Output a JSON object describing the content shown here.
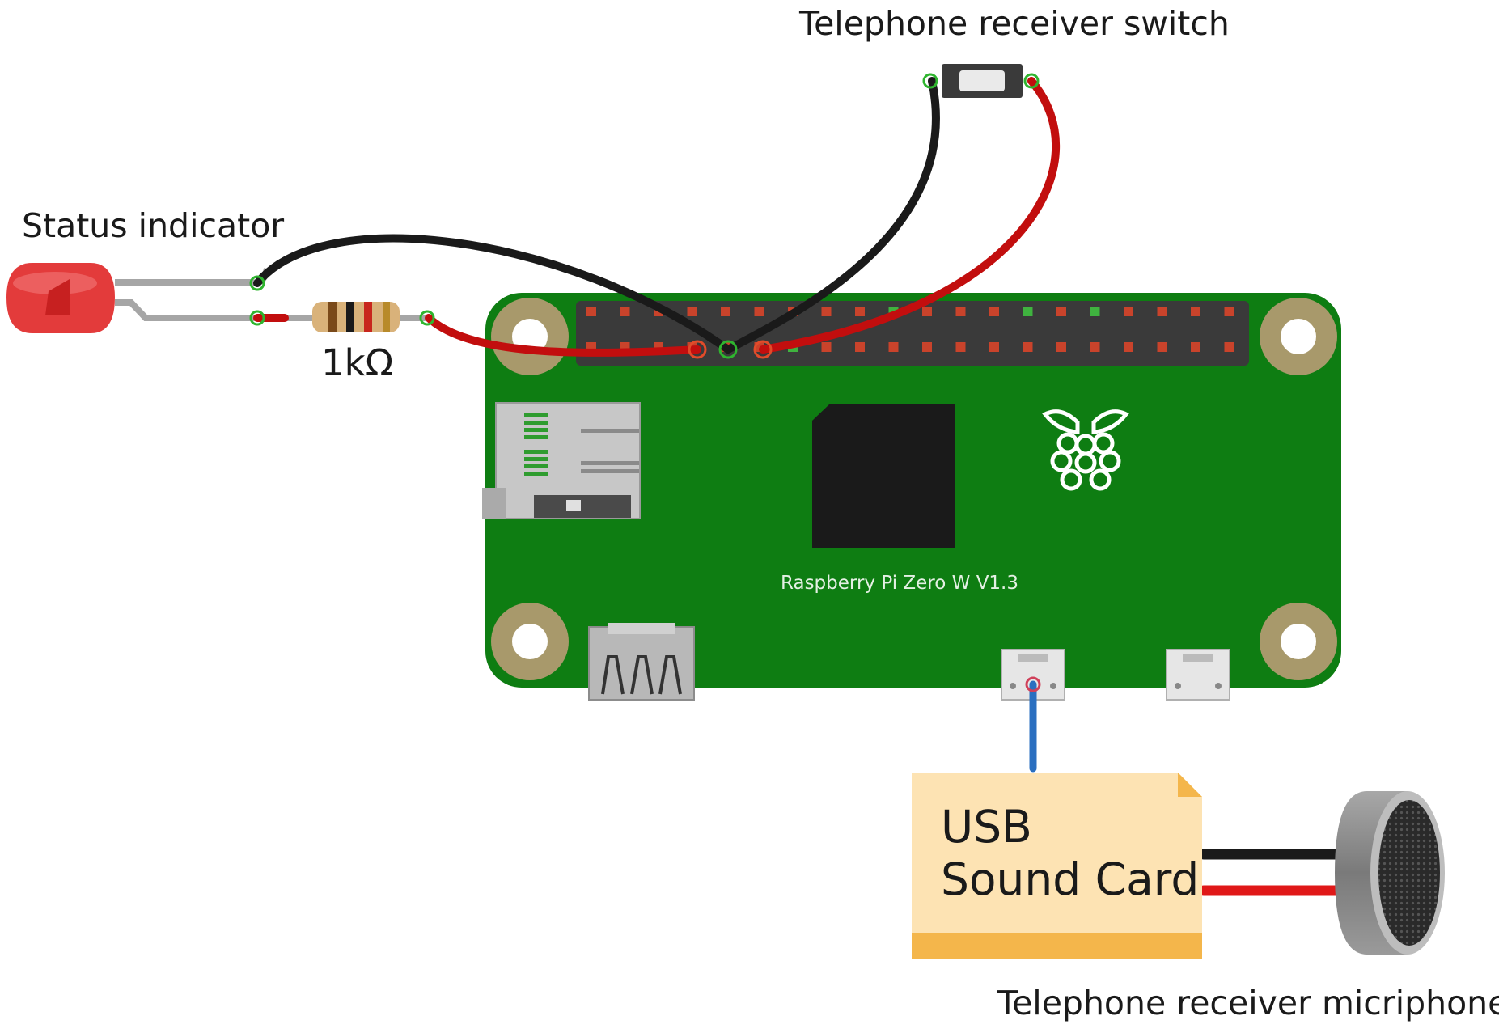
{
  "labels": {
    "switch": "Telephone receiver switch",
    "status": "Status indicator",
    "resistor": "1kΩ",
    "board": "Raspberry Pi Zero W V1.3",
    "usb_line1": "USB",
    "usb_line2": "Sound Card",
    "mic": "Telephone receiver micriphone"
  },
  "colors": {
    "board": "#0e7d12",
    "header": "#3a3a3a",
    "pin": "#c9432b",
    "pin_green": "#3fb33f",
    "led": "#e33b3b",
    "wire_black": "#1a1a1a",
    "wire_red": "#c20e0e",
    "wire_blue": "#2a6fc0",
    "sound_card": "#fde3b3",
    "sound_card_accent": "#f4b64b"
  }
}
